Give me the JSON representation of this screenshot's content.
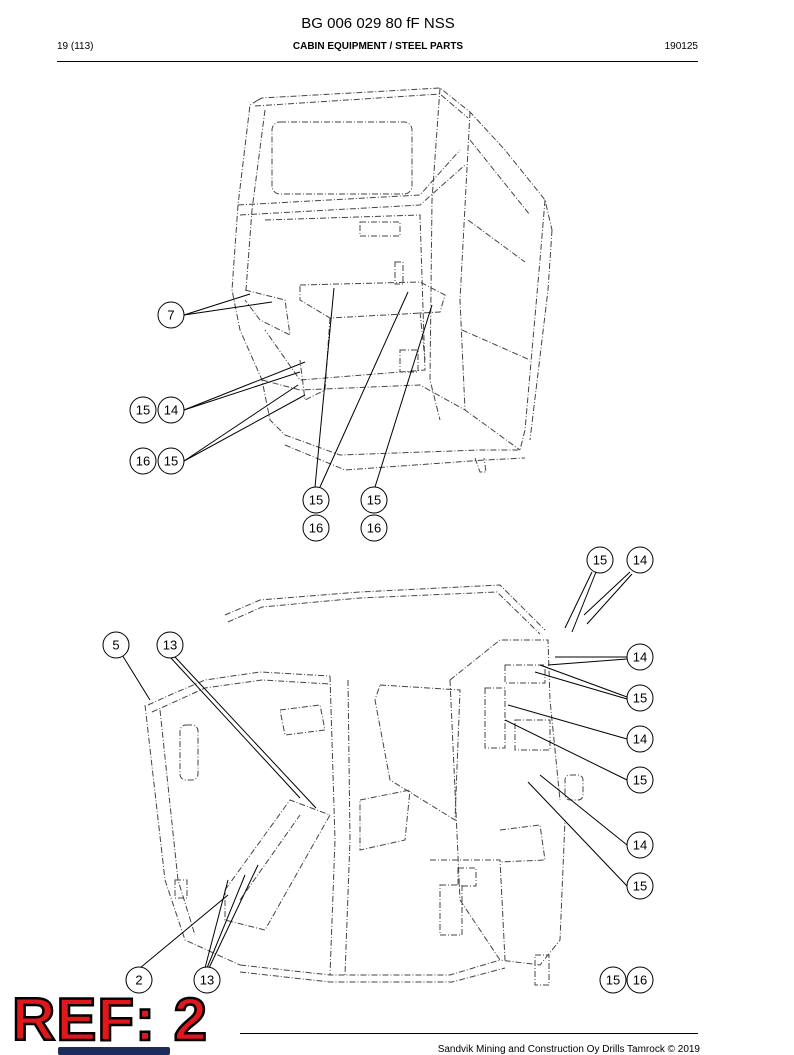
{
  "header": {
    "doc_code": "BG 006 029 80 fF NSS",
    "page": "19 (113)",
    "title": "CABIN EQUIPMENT / STEEL PARTS",
    "date": "190125"
  },
  "footer": {
    "copyright": "Sandvik Mining and Construction Oy Drills Tamrock © 2019"
  },
  "stamp": {
    "text": "REF: 2",
    "color": "#e0181b"
  },
  "drawing_top": {
    "callouts": [
      "7",
      "15",
      "14",
      "16",
      "15",
      "15",
      "16",
      "15",
      "16"
    ]
  },
  "drawing_bottom": {
    "callouts": [
      "15",
      "14",
      "5",
      "13",
      "14",
      "15",
      "14",
      "15",
      "14",
      "15",
      "2",
      "13",
      "15",
      "16"
    ]
  }
}
